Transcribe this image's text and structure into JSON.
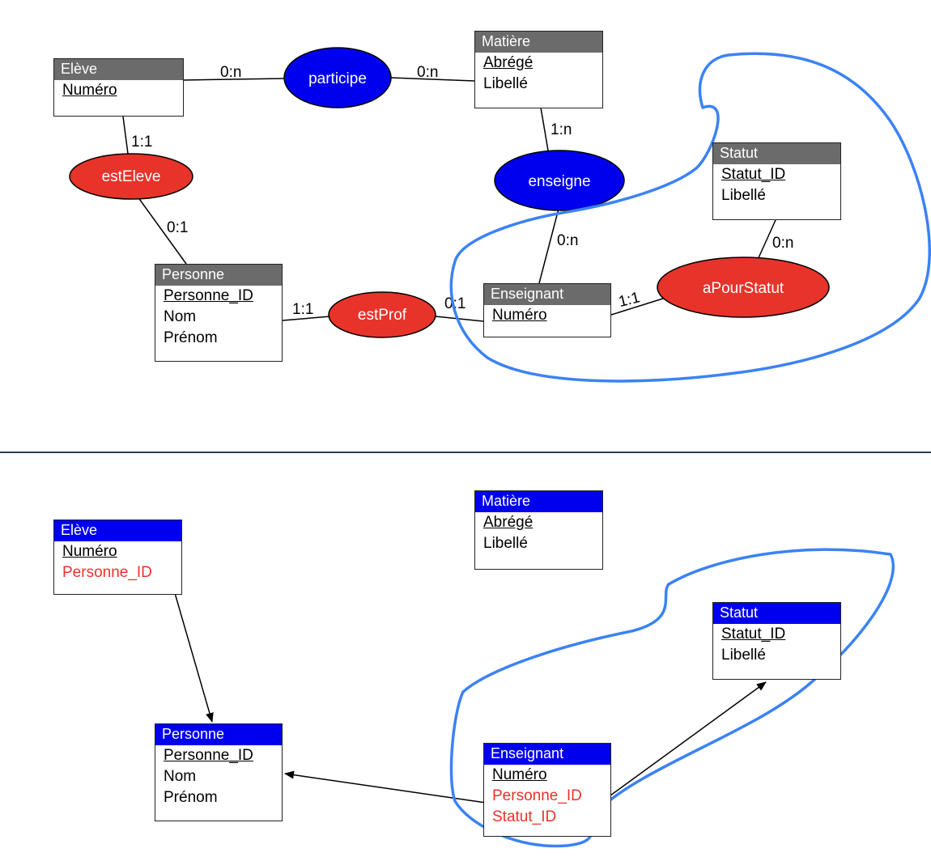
{
  "mcd": {
    "entities": {
      "eleve": {
        "name": "Elève",
        "attrs": [
          "Numéro"
        ]
      },
      "matiere": {
        "name": "Matière",
        "attrs": [
          "Abrégé",
          "Libellé"
        ]
      },
      "statut": {
        "name": "Statut",
        "attrs": [
          "Statut_ID",
          "Libellé"
        ]
      },
      "personne": {
        "name": "Personne",
        "attrs": [
          "Personne_ID",
          "Nom",
          "Prénom"
        ]
      },
      "enseignant": {
        "name": "Enseignant",
        "attrs": [
          "Numéro"
        ]
      }
    },
    "associations": {
      "participe": "participe",
      "estEleve": "estEleve",
      "enseigne": "enseigne",
      "estProf": "estProf",
      "aPourStatut": "aPourStatut"
    },
    "cardinalities": {
      "eleve_participe": "0:n",
      "matiere_participe": "0:n",
      "eleve_estEleve": "1:1",
      "personne_estEleve": "0:1",
      "matiere_enseigne": "1:n",
      "enseignant_enseigne": "0:n",
      "personne_estProf": "1:1",
      "enseignant_estProf": "0:1",
      "enseignant_aPourStatut": "1:1",
      "statut_aPourStatut": "0:n"
    }
  },
  "mld": {
    "entities": {
      "eleve": {
        "name": "Elève",
        "pk": [
          "Numéro"
        ],
        "fk": [
          "Personne_ID"
        ]
      },
      "matiere": {
        "name": "Matière",
        "pk": [
          "Abrégé"
        ],
        "other": [
          "Libellé"
        ]
      },
      "statut": {
        "name": "Statut",
        "pk": [
          "Statut_ID"
        ],
        "other": [
          "Libellé"
        ]
      },
      "personne": {
        "name": "Personne",
        "pk": [
          "Personne_ID"
        ],
        "other": [
          "Nom",
          "Prénom"
        ]
      },
      "enseignant": {
        "name": "Enseignant",
        "pk": [
          "Numéro"
        ],
        "fk": [
          "Personne_ID",
          "Statut_ID"
        ]
      }
    }
  },
  "colors": {
    "mcd_header": "#6b6b6b",
    "mld_header": "#0000ee",
    "assoc_blue": "#0000ee",
    "assoc_red": "#e8332a",
    "foreign_key": "#e8332a",
    "highlight_outline": "#3b82f6",
    "separator": "#2c3e50"
  }
}
